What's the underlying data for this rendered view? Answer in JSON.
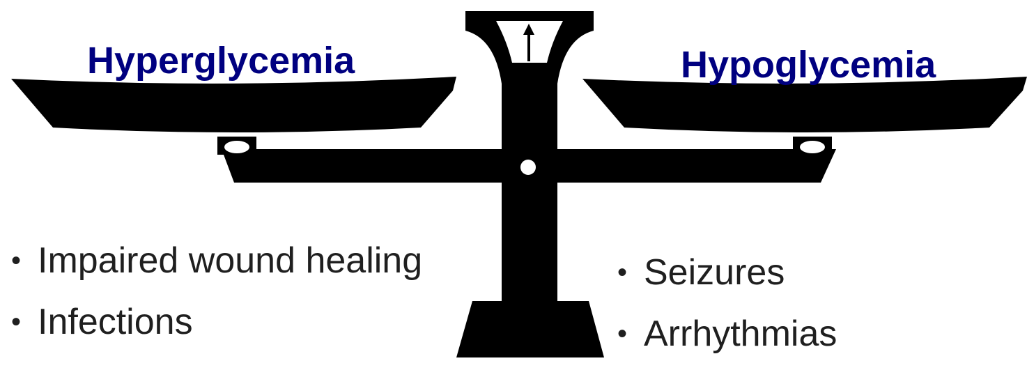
{
  "left_side": {
    "title": "Hyperglycemia",
    "effects": [
      "Impaired wound healing",
      "Infections"
    ]
  },
  "right_side": {
    "title": "Hypoglycemia",
    "effects": [
      "Seizures",
      "Arrhythmias"
    ]
  },
  "colors": {
    "title_color": "#000080",
    "text_color": "#1f1f1f",
    "scale_color": "#000000",
    "background": "#ffffff"
  },
  "icons": {
    "scale": "balance-scale-icon",
    "indicator": "arrow-up-icon"
  }
}
